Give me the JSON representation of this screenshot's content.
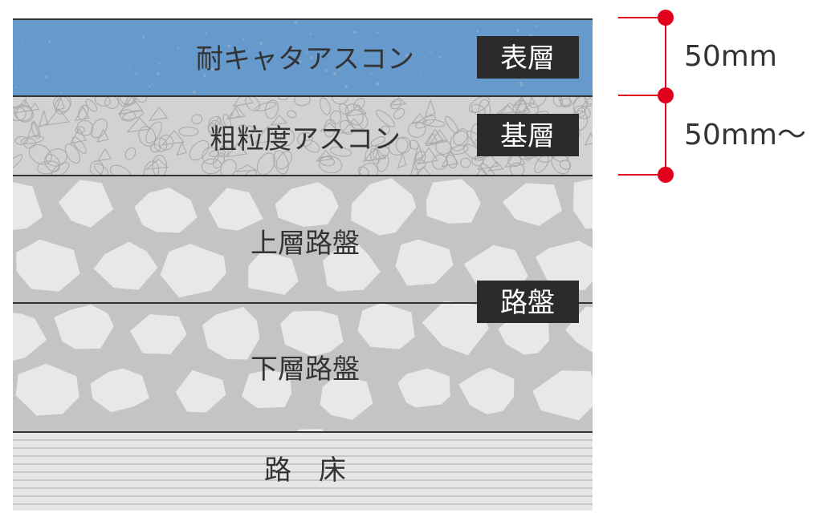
{
  "layers": [
    {
      "label": "耐キャタアスコン",
      "fill": "#6699cc"
    },
    {
      "label": "粗粒度アスコン",
      "fill": "#d2d2d2"
    },
    {
      "label": "上層路盤",
      "fill": "#c4c4c4"
    },
    {
      "label": "下層路盤",
      "fill": "#c4c4c4"
    },
    {
      "label": "路　床",
      "fill": "#e6e6e6"
    }
  ],
  "tags": {
    "surface": "表層",
    "base": "基層",
    "roadbed": "路盤"
  },
  "dimensions": {
    "surface_thickness": "50mm",
    "base_thickness": "50mm〜"
  },
  "colors": {
    "tag_bg": "#2b2b2b",
    "dimension_line": "#e0001b",
    "divider": "#333333",
    "stone": "#e8e8e8"
  }
}
